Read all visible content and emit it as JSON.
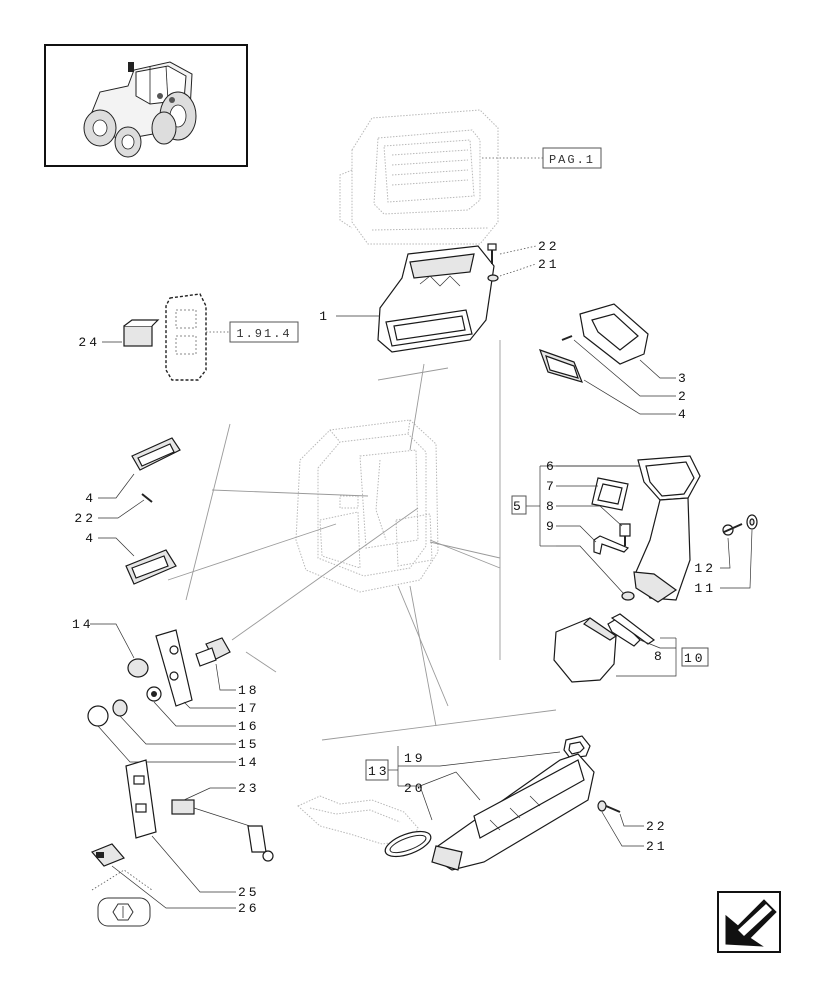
{
  "references": {
    "pag1": "PAG.1",
    "ref_1914": "1.91.4"
  },
  "callouts": {
    "c1": "1",
    "c2": "2",
    "c3": "3",
    "c4a": "4",
    "c4b": "4",
    "c4c": "4",
    "c5": "5",
    "c6": "6",
    "c7": "7",
    "c8a": "8",
    "c8b": "8",
    "c9": "9",
    "c10": "10",
    "c11": "11",
    "c12": "12",
    "c13": "13",
    "c14a": "14",
    "c14b": "14",
    "c15": "15",
    "c16": "16",
    "c17": "17",
    "c18": "18",
    "c19": "19",
    "c20": "20",
    "c21a": "21",
    "c21b": "21",
    "c22a": "22",
    "c22b": "22",
    "c22c": "22",
    "c23": "23",
    "c24": "24",
    "c25": "25",
    "c26": "26"
  },
  "icons": {
    "thumbnail": "tractor-thumbnail-icon",
    "nav": "return-arrow-icon"
  }
}
